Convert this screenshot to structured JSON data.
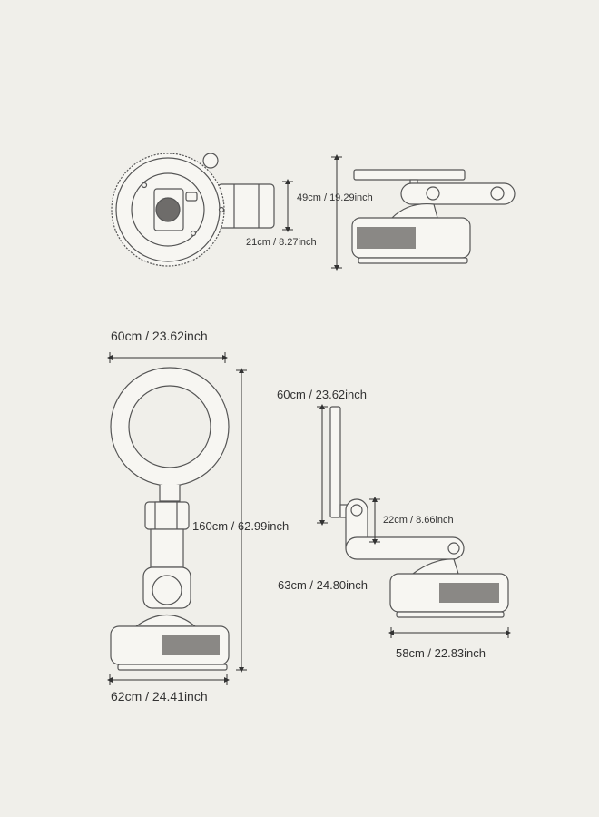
{
  "dimensions": {
    "folded_height": "49cm / 19.29inch",
    "folded_depth": "21cm / 8.27inch",
    "ring_width_front": "60cm / 23.62inch",
    "full_height": "160cm / 62.99inch",
    "base_width_front": "62cm / 24.41inch",
    "ring_height_side": "60cm / 23.62inch",
    "arm_height": "22cm / 8.66inch",
    "arm_reach": "63cm / 24.80inch",
    "base_width_side": "58cm / 22.83inch"
  },
  "colors": {
    "background": "#f0efea",
    "line": "#555555",
    "fill": "#f7f6f2",
    "dark_grille": "#8a8885",
    "dim_line": "#333333"
  }
}
